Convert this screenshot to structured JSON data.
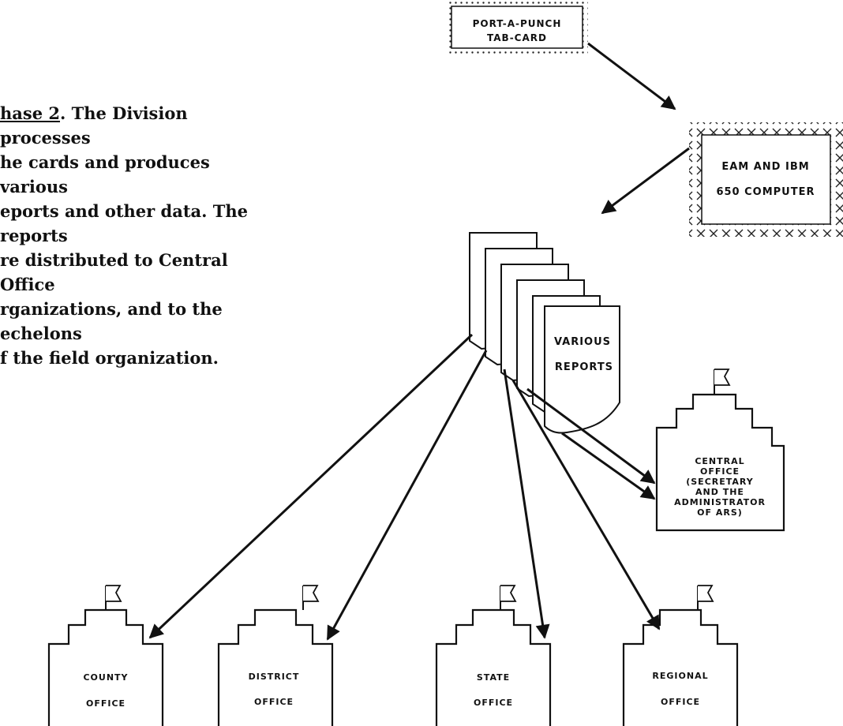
{
  "description": {
    "phase_label": "hase 2",
    "line1_rest": ".  The Division processes",
    "line2": "he  cards  and  produces  various",
    "line3": "eports and other data. The reports",
    "line4": "re  distributed  to  Central  Office",
    "line5": "rganizations, and to the echelons",
    "line6": "f the field organization."
  },
  "nodes": {
    "tab_card": {
      "line1": "PORT-A-PUNCH",
      "line2": "TAB-CARD"
    },
    "computer": {
      "line1": "EAM AND IBM",
      "line2": "650 COMPUTER"
    },
    "reports": {
      "line1": "VARIOUS",
      "line2": "REPORTS"
    },
    "central_office": {
      "line1": "CENTRAL",
      "line2": "OFFICE",
      "line3": "(SECRETARY",
      "line4": "AND THE",
      "line5": "ADMINISTRATOR",
      "line6": "OF  ARS)"
    },
    "county_office": {
      "line1": "COUNTY",
      "line2": "OFFICE"
    },
    "district_office": {
      "line1": "DISTRICT",
      "line2": "OFFICE"
    },
    "state_office": {
      "line1": "STATE",
      "line2": "OFFICE"
    },
    "regional_office": {
      "line1": "REGIONAL",
      "line2": "OFFICE"
    }
  }
}
